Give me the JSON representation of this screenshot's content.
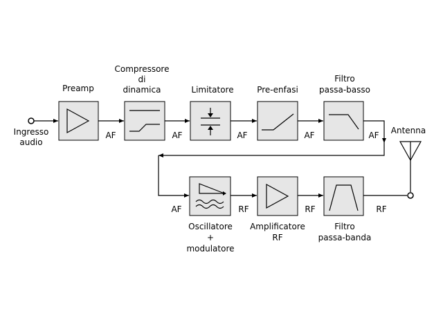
{
  "blocks": {
    "preamp": [
      "Preamp"
    ],
    "compressor": [
      "Compressore",
      "di",
      "dinamica"
    ],
    "limiter": [
      "Limitatore"
    ],
    "preemphasis": [
      "Pre-enfasi"
    ],
    "lowpass": [
      "Filtro",
      "passa-basso"
    ],
    "oscillator": [
      "Oscillatore",
      "+",
      "modulatore"
    ],
    "amplifier": [
      "Amplificatore",
      "RF"
    ],
    "bandpass": [
      "Filtro",
      "passa-banda"
    ]
  },
  "input_label": [
    "Ingresso",
    "audio"
  ],
  "antenna_label": "Antenna",
  "signals": {
    "af1": "AF",
    "af2": "AF",
    "af3": "AF",
    "af4": "AF",
    "af5": "AF",
    "af6": "AF",
    "rf1": "RF",
    "rf2": "RF",
    "rf3": "RF"
  },
  "colors": {
    "block_fill": "#e6e6e6",
    "line": "#000000"
  },
  "icons": {
    "preamp": "triangle-amplifier-icon",
    "compressor": "compression-curve-icon",
    "limiter": "limiter-arrows-icon",
    "preemphasis": "rising-slope-icon",
    "lowpass": "lowpass-curve-icon",
    "oscillator": "oscillator-wave-icon",
    "amplifier": "triangle-amplifier-icon",
    "bandpass": "bandpass-curve-icon",
    "antenna": "antenna-icon"
  }
}
